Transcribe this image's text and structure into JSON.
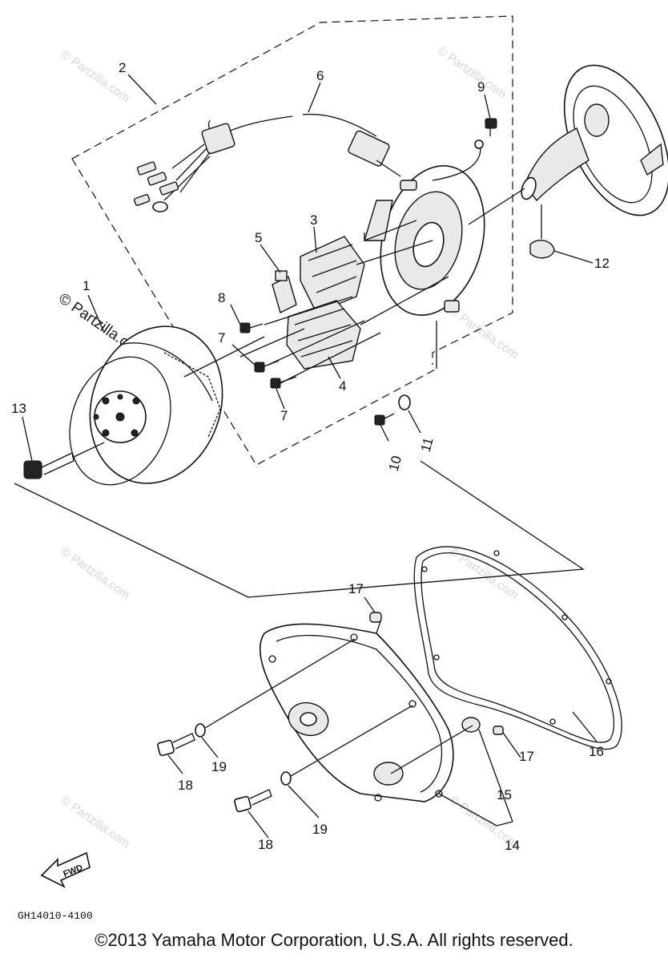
{
  "callouts": {
    "c1": "1",
    "c2": "2",
    "c3": "3",
    "c4": "4",
    "c5": "5",
    "c6": "6",
    "c7a": "7",
    "c7b": "7",
    "c8": "8",
    "c9": "9",
    "c10": "10",
    "c11": "11",
    "c12": "12",
    "c13": "13",
    "c14": "14",
    "c15": "15",
    "c16": "16",
    "c17a": "17",
    "c17b": "17",
    "c18a": "18",
    "c18b": "18",
    "c19a": "19",
    "c19b": "19"
  },
  "watermark": {
    "text": "© Partzilla.com"
  },
  "fwd_label": "FWD",
  "drawing_code": "GH14010-4100",
  "copyright": "©2013  Yamaha Motor Corporation, U.S.A. All rights reserved."
}
